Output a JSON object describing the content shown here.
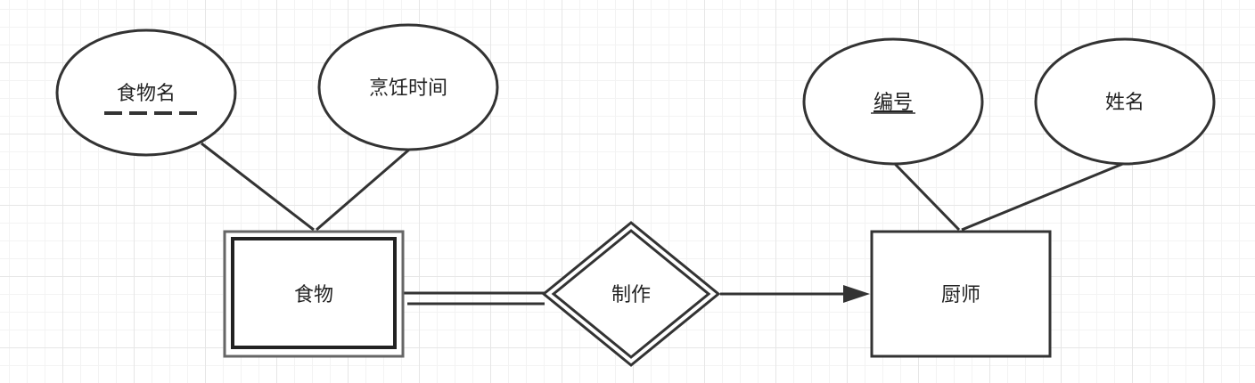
{
  "diagram": {
    "entities": {
      "food": {
        "label": "食物",
        "weak": true
      },
      "chef": {
        "label": "厨师",
        "weak": false
      }
    },
    "relationship": {
      "label": "制作",
      "identifying": true
    },
    "attributes": {
      "food_name": {
        "label": "食物名",
        "key": "partial"
      },
      "cook_time": {
        "label": "烹饪时间",
        "key": "none"
      },
      "chef_id": {
        "label": "编号",
        "key": "primary"
      },
      "chef_name": {
        "label": "姓名",
        "key": "none"
      }
    }
  }
}
